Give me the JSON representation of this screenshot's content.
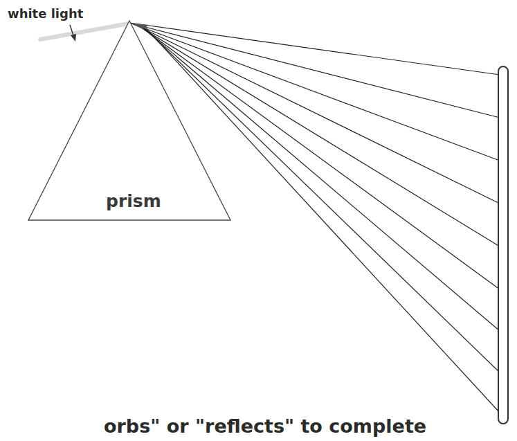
{
  "diagram": {
    "nodes": [
      {
        "text": [
          "prism"
        ]
      }
    ],
    "labels": [
      "white light",
      "orbs\" or \"reflects\" to complete"
    ]
  }
}
